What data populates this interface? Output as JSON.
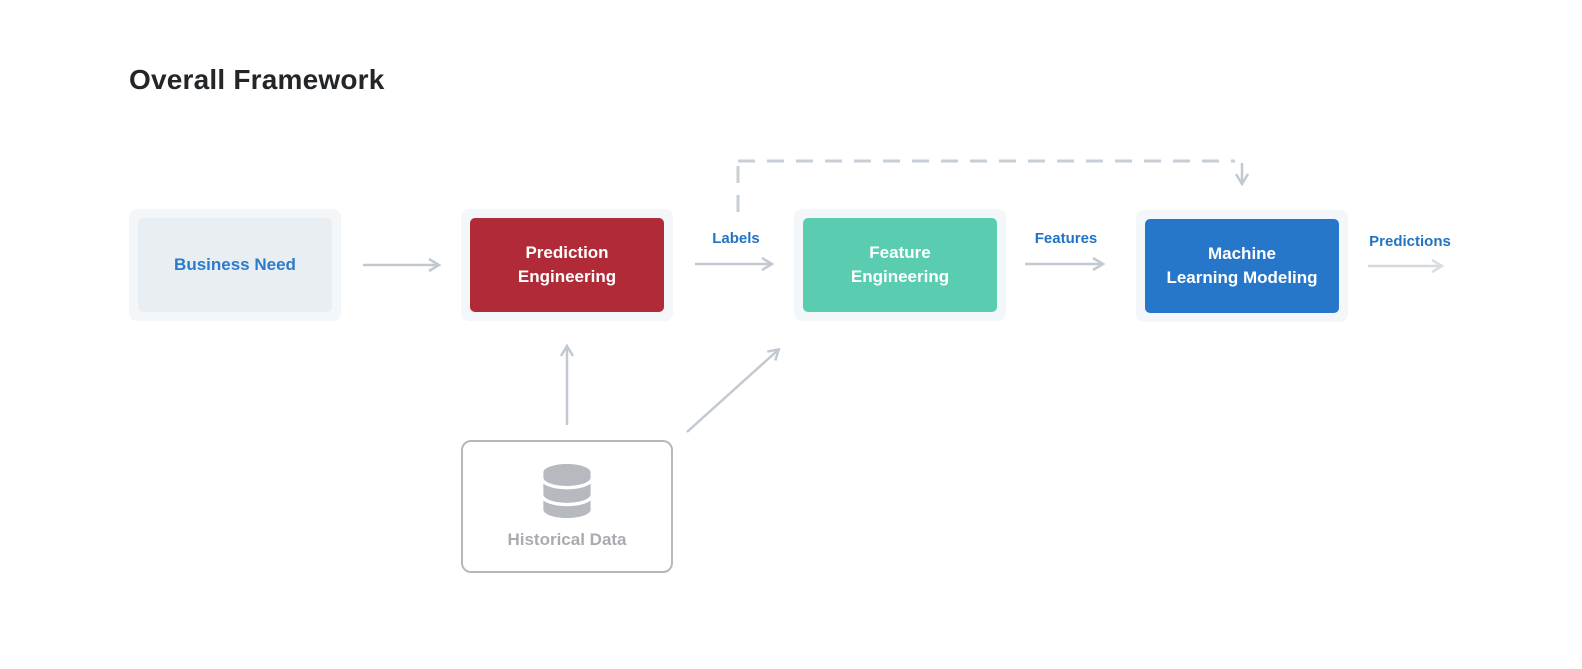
{
  "page": {
    "title": "Overall Framework",
    "background_color": "#ffffff"
  },
  "diagram": {
    "nodes": [
      {
        "id": "business-need",
        "label": "Business Need",
        "lines": [
          "Business Need"
        ],
        "fill": "#e9eef3",
        "text_color": "#2b7bcb"
      },
      {
        "id": "prediction-engineering",
        "label": "Prediction Engineering",
        "lines": [
          "Prediction",
          "Engineering"
        ],
        "fill": "#b12a38",
        "text_color": "#ffffff"
      },
      {
        "id": "feature-engineering",
        "label": "Feature Engineering",
        "lines": [
          "Feature",
          "Engineering"
        ],
        "fill": "#5accaf",
        "text_color": "#ffffff"
      },
      {
        "id": "machine-learning-modeling",
        "label": "Machine Learning Modeling",
        "lines": [
          "Machine",
          "Learning Modeling"
        ],
        "fill": "#2677ca",
        "text_color": "#ffffff"
      },
      {
        "id": "historical-data",
        "label": "Historical Data",
        "icon": "database-icon",
        "fill": "#ffffff",
        "border_color": "#b5b9be",
        "text_color": "#a8acb0"
      }
    ],
    "edge_labels": [
      {
        "id": "labels",
        "text": "Labels"
      },
      {
        "id": "features",
        "text": "Features"
      },
      {
        "id": "predictions",
        "text": "Predictions"
      }
    ],
    "edges": [
      {
        "from": "Business Need",
        "to": "Prediction Engineering",
        "style": "solid",
        "label": ""
      },
      {
        "from": "Prediction Engineering",
        "to": "Feature Engineering",
        "style": "solid",
        "label": "Labels"
      },
      {
        "from": "Feature Engineering",
        "to": "Machine Learning Modeling",
        "style": "solid",
        "label": "Features"
      },
      {
        "from": "Machine Learning Modeling",
        "to": null,
        "style": "solid",
        "label": "Predictions"
      },
      {
        "from": "Historical Data",
        "to": "Prediction Engineering",
        "style": "solid",
        "label": ""
      },
      {
        "from": "Historical Data",
        "to": "Feature Engineering",
        "style": "solid",
        "label": ""
      },
      {
        "from": "Prediction Engineering",
        "to": "Machine Learning Modeling",
        "style": "dashed",
        "label": ""
      }
    ],
    "colors": {
      "arrow": "#c2c9d1",
      "arrow_faded": "#d3d9df",
      "dashed_line": "#c7ced5",
      "edge_label_text": "#2273c4",
      "node_container_bg": "#f4f7fa",
      "title_text": "#232629",
      "historical_icon": "#b6b9bd"
    }
  }
}
